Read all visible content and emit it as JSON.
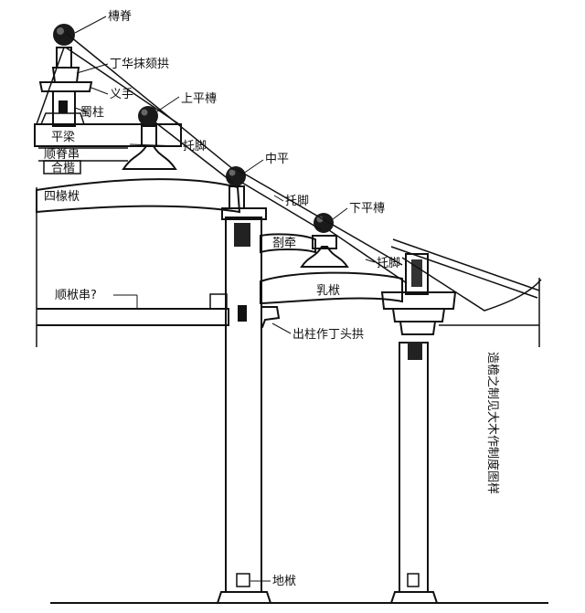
{
  "labels": {
    "jituo": "槫脊",
    "dinghua": "丁华抹颏拱",
    "chashou": "义手",
    "shuzhu": "蜀柱",
    "shangpingtuan": "上平槫",
    "pingliang": "平梁",
    "shunjichuan": "顺脊串",
    "heta": "合楷",
    "tuojiao1": "托脚",
    "zhongping": "中平",
    "siyanfu": "四椽栿",
    "tuojiao2": "托脚",
    "xiapingtuan": "下平槫",
    "zaqian": "剳牵",
    "tuojiao3": "托脚",
    "rufu": "乳栿",
    "shunfuchuan": "顺栿串?",
    "chuzhu": "出柱作丁头拱",
    "difu": "地栿",
    "side_note": "造檐之制见大木作制度图样"
  }
}
